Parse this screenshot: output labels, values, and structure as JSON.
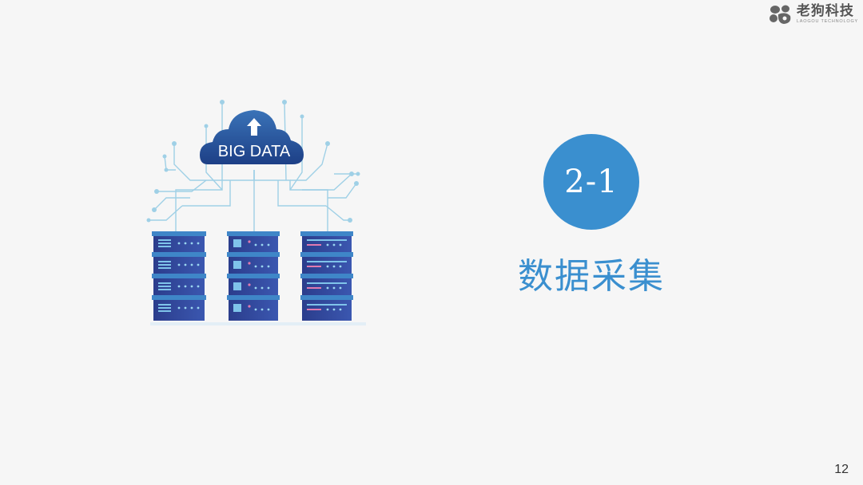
{
  "logo": {
    "name_cn": "老狗科技",
    "name_en": "LAOGOU TECHNOLOGY",
    "icon": "paw-logo-icon"
  },
  "illustration": {
    "icon": "big-data-cloud-servers-illustration",
    "cloud_label": "BIG DATA"
  },
  "section": {
    "number": "2-1",
    "title": "数据采集"
  },
  "page_number": "12",
  "colors": {
    "background": "#f6f6f6",
    "accent": "#3a8fcf",
    "server_dark": "#2a3f8f",
    "line": "#9fd0e6"
  }
}
